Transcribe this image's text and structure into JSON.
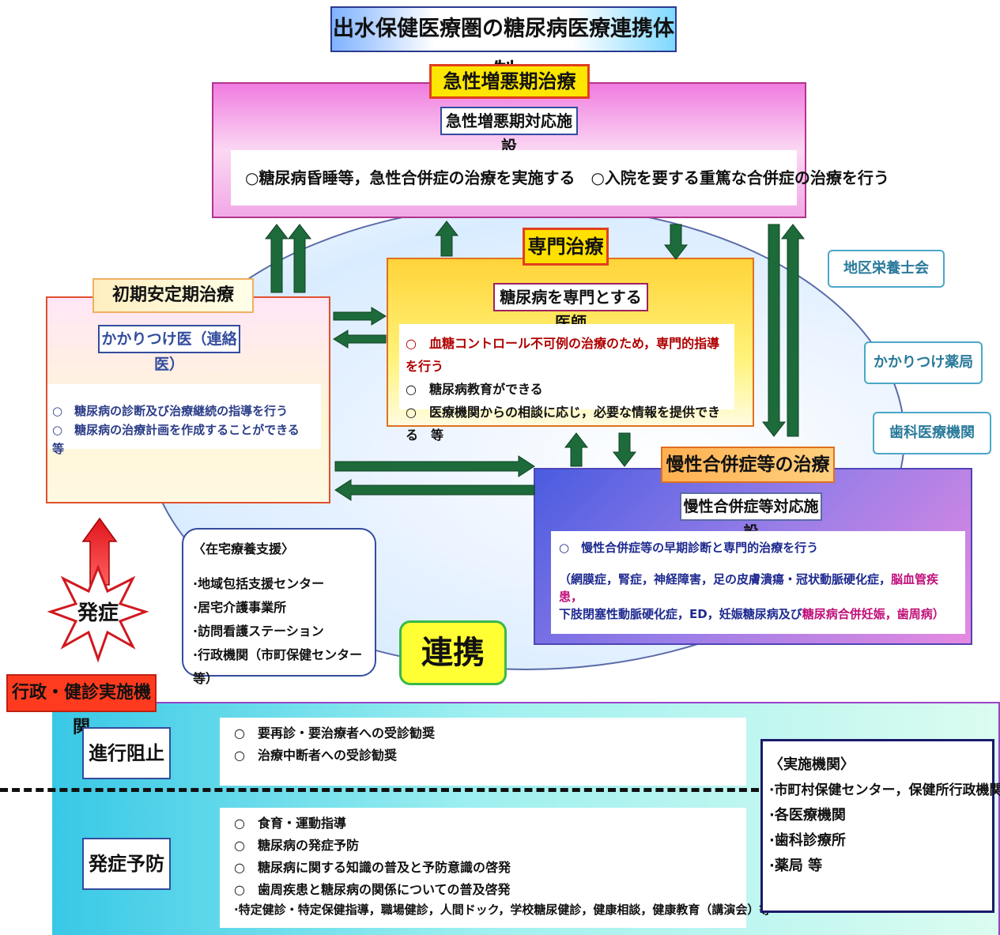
{
  "title": "出水保健医療圏の糖尿病医療連携体制",
  "acute": {
    "label": "急性増悪期治療",
    "facility": "急性増悪期対応施設",
    "desc": "○糖尿病昏睡等，急性合併症の治療を実施する　○入院を要する重篤な合併症の治療を行う"
  },
  "specialist": {
    "label": "専門治療",
    "facility": "糖尿病を専門とする医師",
    "items": [
      "○　血糖コントロール不可例の治療のため，専門的指導を行う",
      "○　糖尿病教育ができる",
      "○　医療機関からの相談に応じ，必要な情報を提供できる　等"
    ]
  },
  "initial": {
    "label": "初期安定期治療",
    "facility": "かかりつけ医（連絡医）",
    "items": [
      "○　糖尿病の診断及び治療継続の指導を行う",
      "○　糖尿病の治療計画を作成することができる　等"
    ]
  },
  "chronic": {
    "label": "慢性合併症等の治療",
    "facility": "慢性合併症等対応施設",
    "item": "○　慢性合併症等の早期診断と専門的治療を行う",
    "detail1_blue": "（網膜症，腎症，神経障害，足の皮膚潰瘍・冠状動脈硬化症，",
    "detail1_mag": "脳血管疾患，",
    "detail2_blue": "下肢閉塞性動脈硬化症，ED，妊娠糖尿病及び",
    "detail2_mag": "糖尿病合併妊娠，歯周病）"
  },
  "side": {
    "nutrition": "地区栄養士会",
    "pharmacy": "かかりつけ薬局",
    "dental": "歯科医療機関"
  },
  "homecare": {
    "title": "〈在宅療養支援〉",
    "items": [
      "·地域包括支援センター",
      "·居宅介護事業所",
      "·訪問看護ステーション",
      "·行政機関（市町保健センター等）"
    ]
  },
  "renkei": "連携",
  "onset": "発症",
  "admin": {
    "label": "行政・健診実施機関",
    "progress": {
      "label": "進行阻止",
      "items": [
        "○　要再診・要治療者への受診勧奨",
        "○　治療中断者への受診勧奨"
      ]
    },
    "prevent": {
      "label": "発症予防",
      "items": [
        "○　食育・運動指導",
        "○　糖尿病の発症予防",
        "○　糖尿病に関する知識の普及と予防意識の啓発",
        "○　歯周疾患と糖尿病の関係についての普及啓発"
      ],
      "note": "·特定健診・特定保健指導，職場健診，人間ドック，学校糖尿健診，健康相談，健康教育（講演会）等"
    },
    "impl": {
      "title": "〈実施機関〉",
      "items": [
        "·市町村保健センター，保健所行政機関",
        "·各医療機関",
        "·歯科診療所",
        "·薬局 等"
      ]
    }
  },
  "colors": {
    "arrow_green": "#1d6b3a",
    "arrow_red": "#e0151b"
  }
}
